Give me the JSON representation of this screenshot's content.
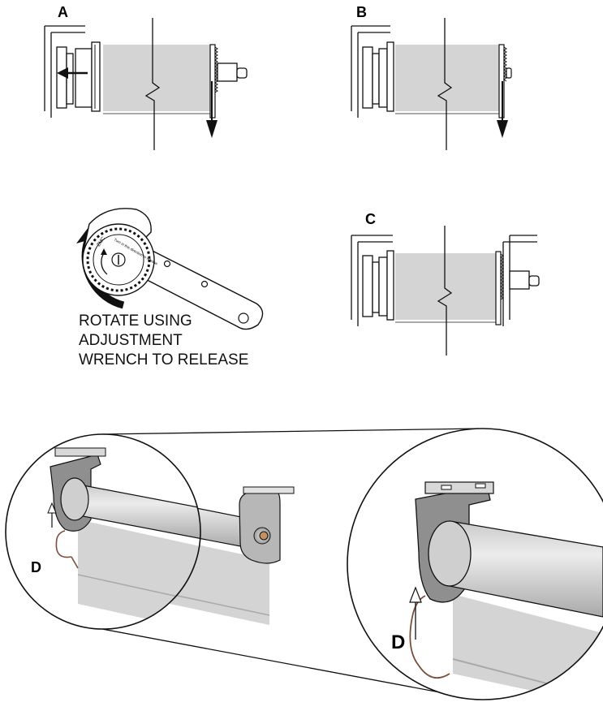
{
  "labels": {
    "step_a": "A",
    "step_b": "B",
    "step_c": "C",
    "detail_d_small": "D",
    "detail_d_large": "D"
  },
  "caption": {
    "line1": "ROTATE USING",
    "line2": "ADJUSTMENT",
    "line3": "WRENCH TO RELEASE"
  },
  "wrench": {
    "brand": "ZMC",
    "instruction": "Turn in this direction to release"
  },
  "colors": {
    "line": "#111111",
    "fabric": "#d4d4d4",
    "fabric_edge": "#a9a9a9",
    "bracket": "#8c8c8c",
    "cord": "#7a4e3a"
  }
}
